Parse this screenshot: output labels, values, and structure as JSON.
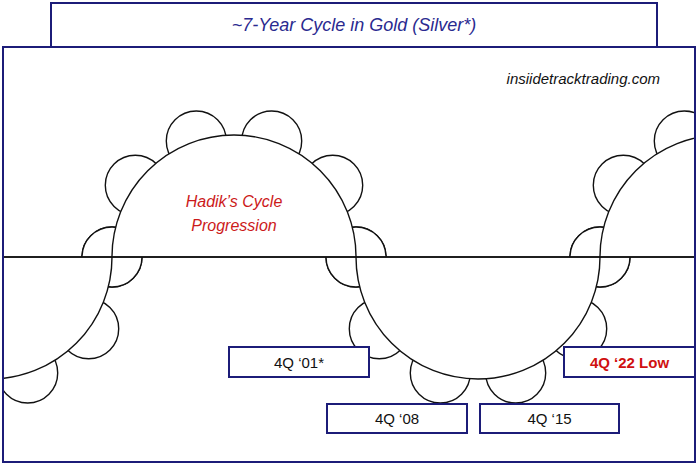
{
  "diagram": {
    "title": "~7-Year Cycle in Gold (Silver*)",
    "nodes": [
      {
        "text": [
          "4Q ‘01*"
        ]
      },
      {
        "text": [
          "4Q ‘22 Low"
        ]
      },
      {
        "text": [
          "4Q ‘08"
        ]
      },
      {
        "text": [
          "4Q ‘15"
        ]
      }
    ],
    "labels": [
      "insiidetracktrading.com",
      "Hadik’s Cycle Progression"
    ]
  }
}
